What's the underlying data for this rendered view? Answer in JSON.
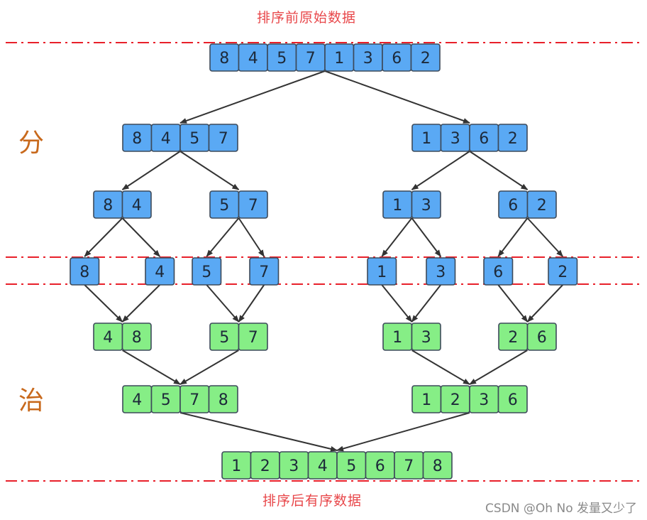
{
  "title_top": "排序前原始数据",
  "title_bottom": "排序后有序数据",
  "phase_split": "分",
  "phase_merge": "治",
  "watermark": "CSDN @Oh No 发量又少了",
  "colors": {
    "split_fill": "#5aa9f4",
    "merge_fill": "#86ee86",
    "cell_border": "#3d4a5a",
    "arrow": "#333333",
    "dash_line": "#e8202a",
    "title": "#e8474a",
    "phase": "#c8691c"
  },
  "split_levels": [
    [
      [
        8,
        4,
        5,
        7,
        1,
        3,
        6,
        2
      ]
    ],
    [
      [
        8,
        4,
        5,
        7
      ],
      [
        1,
        3,
        6,
        2
      ]
    ],
    [
      [
        8,
        4
      ],
      [
        5,
        7
      ],
      [
        1,
        3
      ],
      [
        6,
        2
      ]
    ],
    [
      [
        8
      ],
      [
        4
      ],
      [
        5
      ],
      [
        7
      ],
      [
        1
      ],
      [
        3
      ],
      [
        6
      ],
      [
        2
      ]
    ]
  ],
  "merge_levels": [
    [
      [
        4,
        8
      ],
      [
        5,
        7
      ],
      [
        1,
        3
      ],
      [
        2,
        6
      ]
    ],
    [
      [
        4,
        5,
        7,
        8
      ],
      [
        1,
        2,
        3,
        6
      ]
    ],
    [
      [
        1,
        2,
        3,
        4,
        5,
        6,
        7,
        8
      ]
    ]
  ]
}
